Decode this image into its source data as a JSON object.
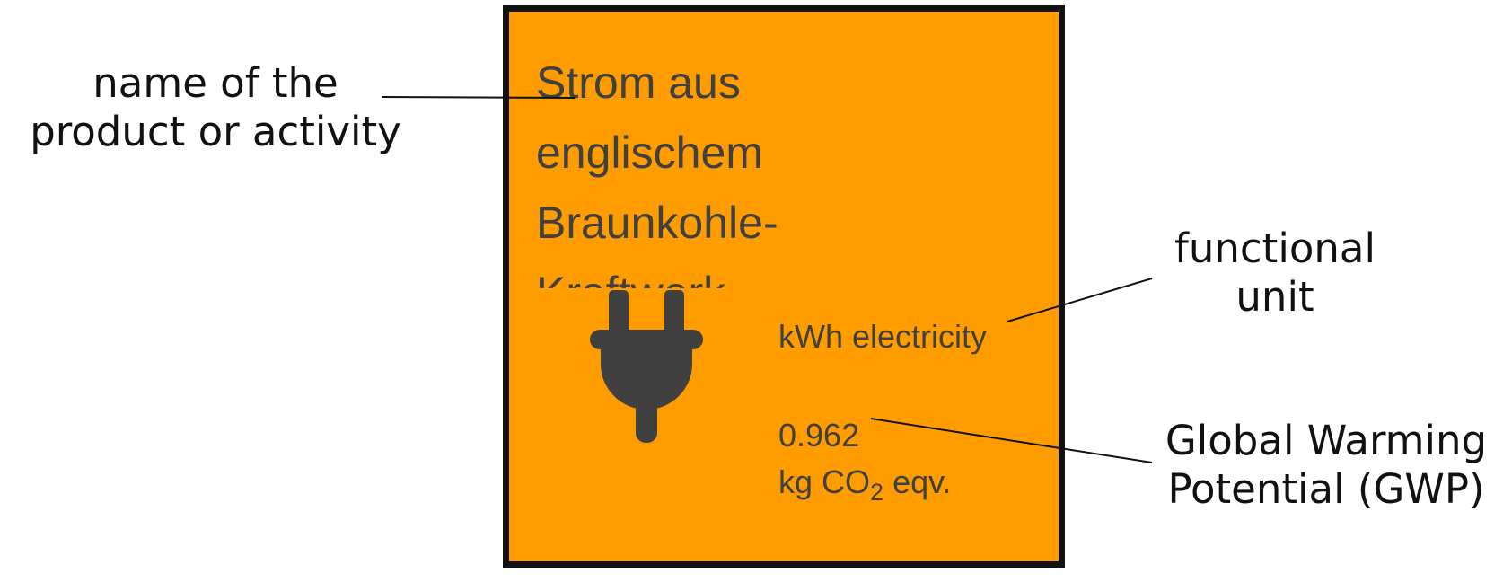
{
  "labels": {
    "name": [
      "name of the",
      "product or activity"
    ],
    "functional_unit": [
      "functional",
      "unit"
    ],
    "gwp": [
      "Global Warming",
      "Potential (GWP)"
    ]
  },
  "card": {
    "title_lines": [
      "Strom aus",
      "englischem",
      "Braunkohle-",
      "Kraftwerk"
    ],
    "icon": "electric-plug-icon",
    "functional_unit": "kWh electricity",
    "gwp_value": "0.962",
    "gwp_unit_prefix": "kg CO",
    "gwp_unit_subscript": "2",
    "gwp_unit_suffix": " eqv."
  },
  "colors": {
    "card_background": "#ff9c00",
    "card_border": "#111111",
    "card_text": "#404040",
    "annotation_text": "#111111"
  }
}
